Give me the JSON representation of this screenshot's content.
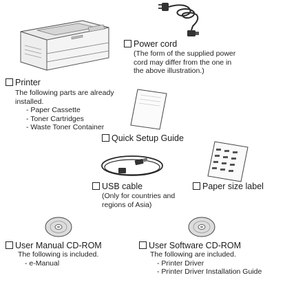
{
  "items": {
    "printer": {
      "label": "Printer",
      "note": "The following parts are already installed.",
      "parts": [
        "- Paper Cassette",
        "- Toner Cartridges",
        "- Waste Toner Container"
      ]
    },
    "power_cord": {
      "label": "Power cord",
      "note": "(The form of the supplied power cord may differ from the one in the above illustration.)"
    },
    "quick_setup_guide": {
      "label": "Quick Setup Guide"
    },
    "usb_cable": {
      "label": "USB cable",
      "note": "(Only for countries and regions of Asia)"
    },
    "paper_size_label": {
      "label": "Paper size label"
    },
    "user_manual_cdrom": {
      "label": "User Manual CD-ROM",
      "note": "The following is included.",
      "parts": [
        "- e-Manual"
      ]
    },
    "user_software_cdrom": {
      "label": "User Software CD-ROM",
      "note": "The following are included.",
      "parts": [
        "- Printer Driver",
        "- Printer Driver Installation Guide"
      ]
    }
  }
}
